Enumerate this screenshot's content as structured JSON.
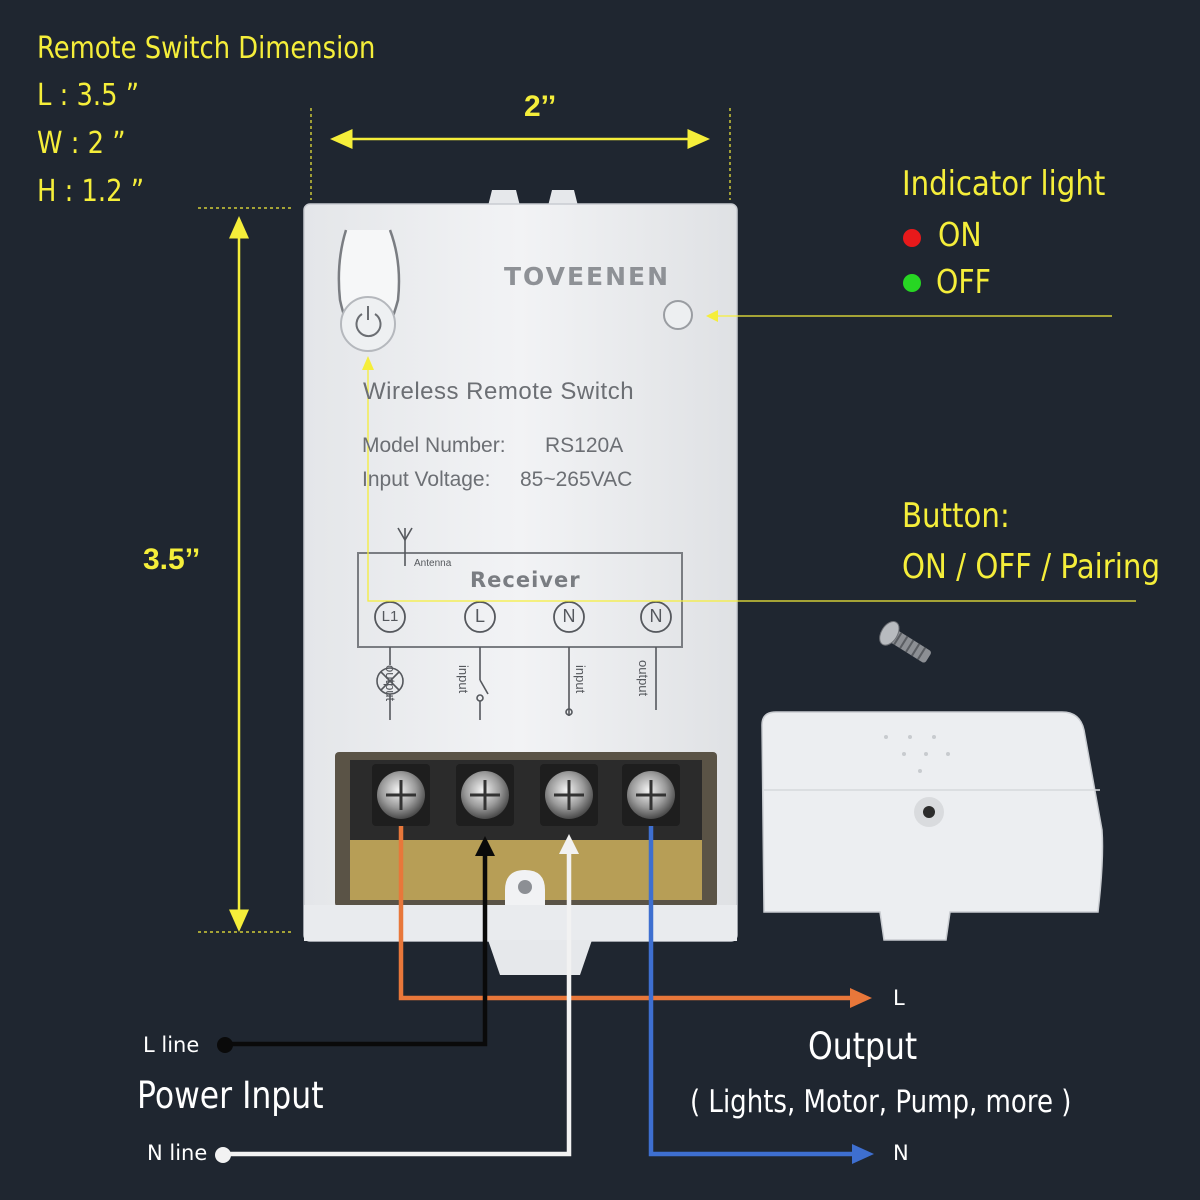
{
  "dimension_block": {
    "title": "Remote Switch Dimension",
    "length": "L : 3.5 ”",
    "width": "W : 2 ”",
    "height": "H : 1.2 ”"
  },
  "width_marker": "2’’",
  "height_marker": "3.5’’",
  "indicator": {
    "title": "Indicator light",
    "on_label": "ON",
    "off_label": "OFF",
    "on_color": "#e8191b",
    "off_color": "#27d623"
  },
  "button_note": {
    "title": "Button:",
    "text": "ON / OFF / Pairing"
  },
  "device": {
    "brand": "TOVEENEN",
    "product_name": "Wireless Remote Switch",
    "model_label": "Model Number:",
    "model_value": "RS120A",
    "voltage_label": "Input Voltage:",
    "voltage_value": "85~265VAC",
    "antenna_label": "Antenna",
    "receiver_label": "Receiver",
    "terminals": [
      "L1",
      "L",
      "N",
      "N"
    ],
    "terminal_functions": [
      "output",
      "input",
      "input",
      "output"
    ]
  },
  "wiring": {
    "power_input_label": "Power Input",
    "l_line_label": "L line",
    "n_line_label": "N line",
    "output_label": "Output",
    "output_examples": "( Lights, Motor, Pump, more )",
    "output_l": "L",
    "output_n": "N",
    "colors": {
      "output_l": "#e8773a",
      "l_line": "#0a0a0a",
      "n_line": "#f2f2f2",
      "output_n": "#3e6fd0",
      "accent": "#f5ee3a"
    }
  }
}
